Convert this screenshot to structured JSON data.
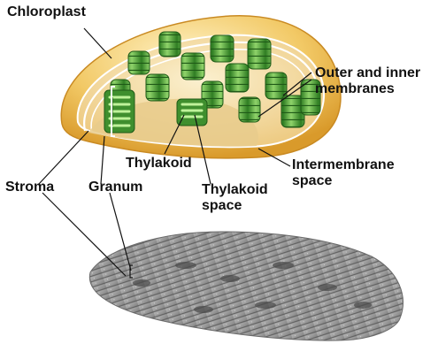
{
  "labels": {
    "chloroplast": "Chloroplast",
    "outer_inner_membranes": "Outer and inner\nmembranes",
    "thylakoid": "Thylakoid",
    "intermembrane_space": "Intermembrane\nspace",
    "stroma": "Stroma",
    "granum": "Granum",
    "thylakoid_space": "Thylakoid\nspace"
  },
  "colors": {
    "outer_membrane": "#e8b24a",
    "inner_fill": "#f6e2b0",
    "stroma": "#e0c27e",
    "granum_green": "#4ea83a",
    "granum_light": "#8fd36a",
    "micrograph": "#9a9a9a"
  }
}
